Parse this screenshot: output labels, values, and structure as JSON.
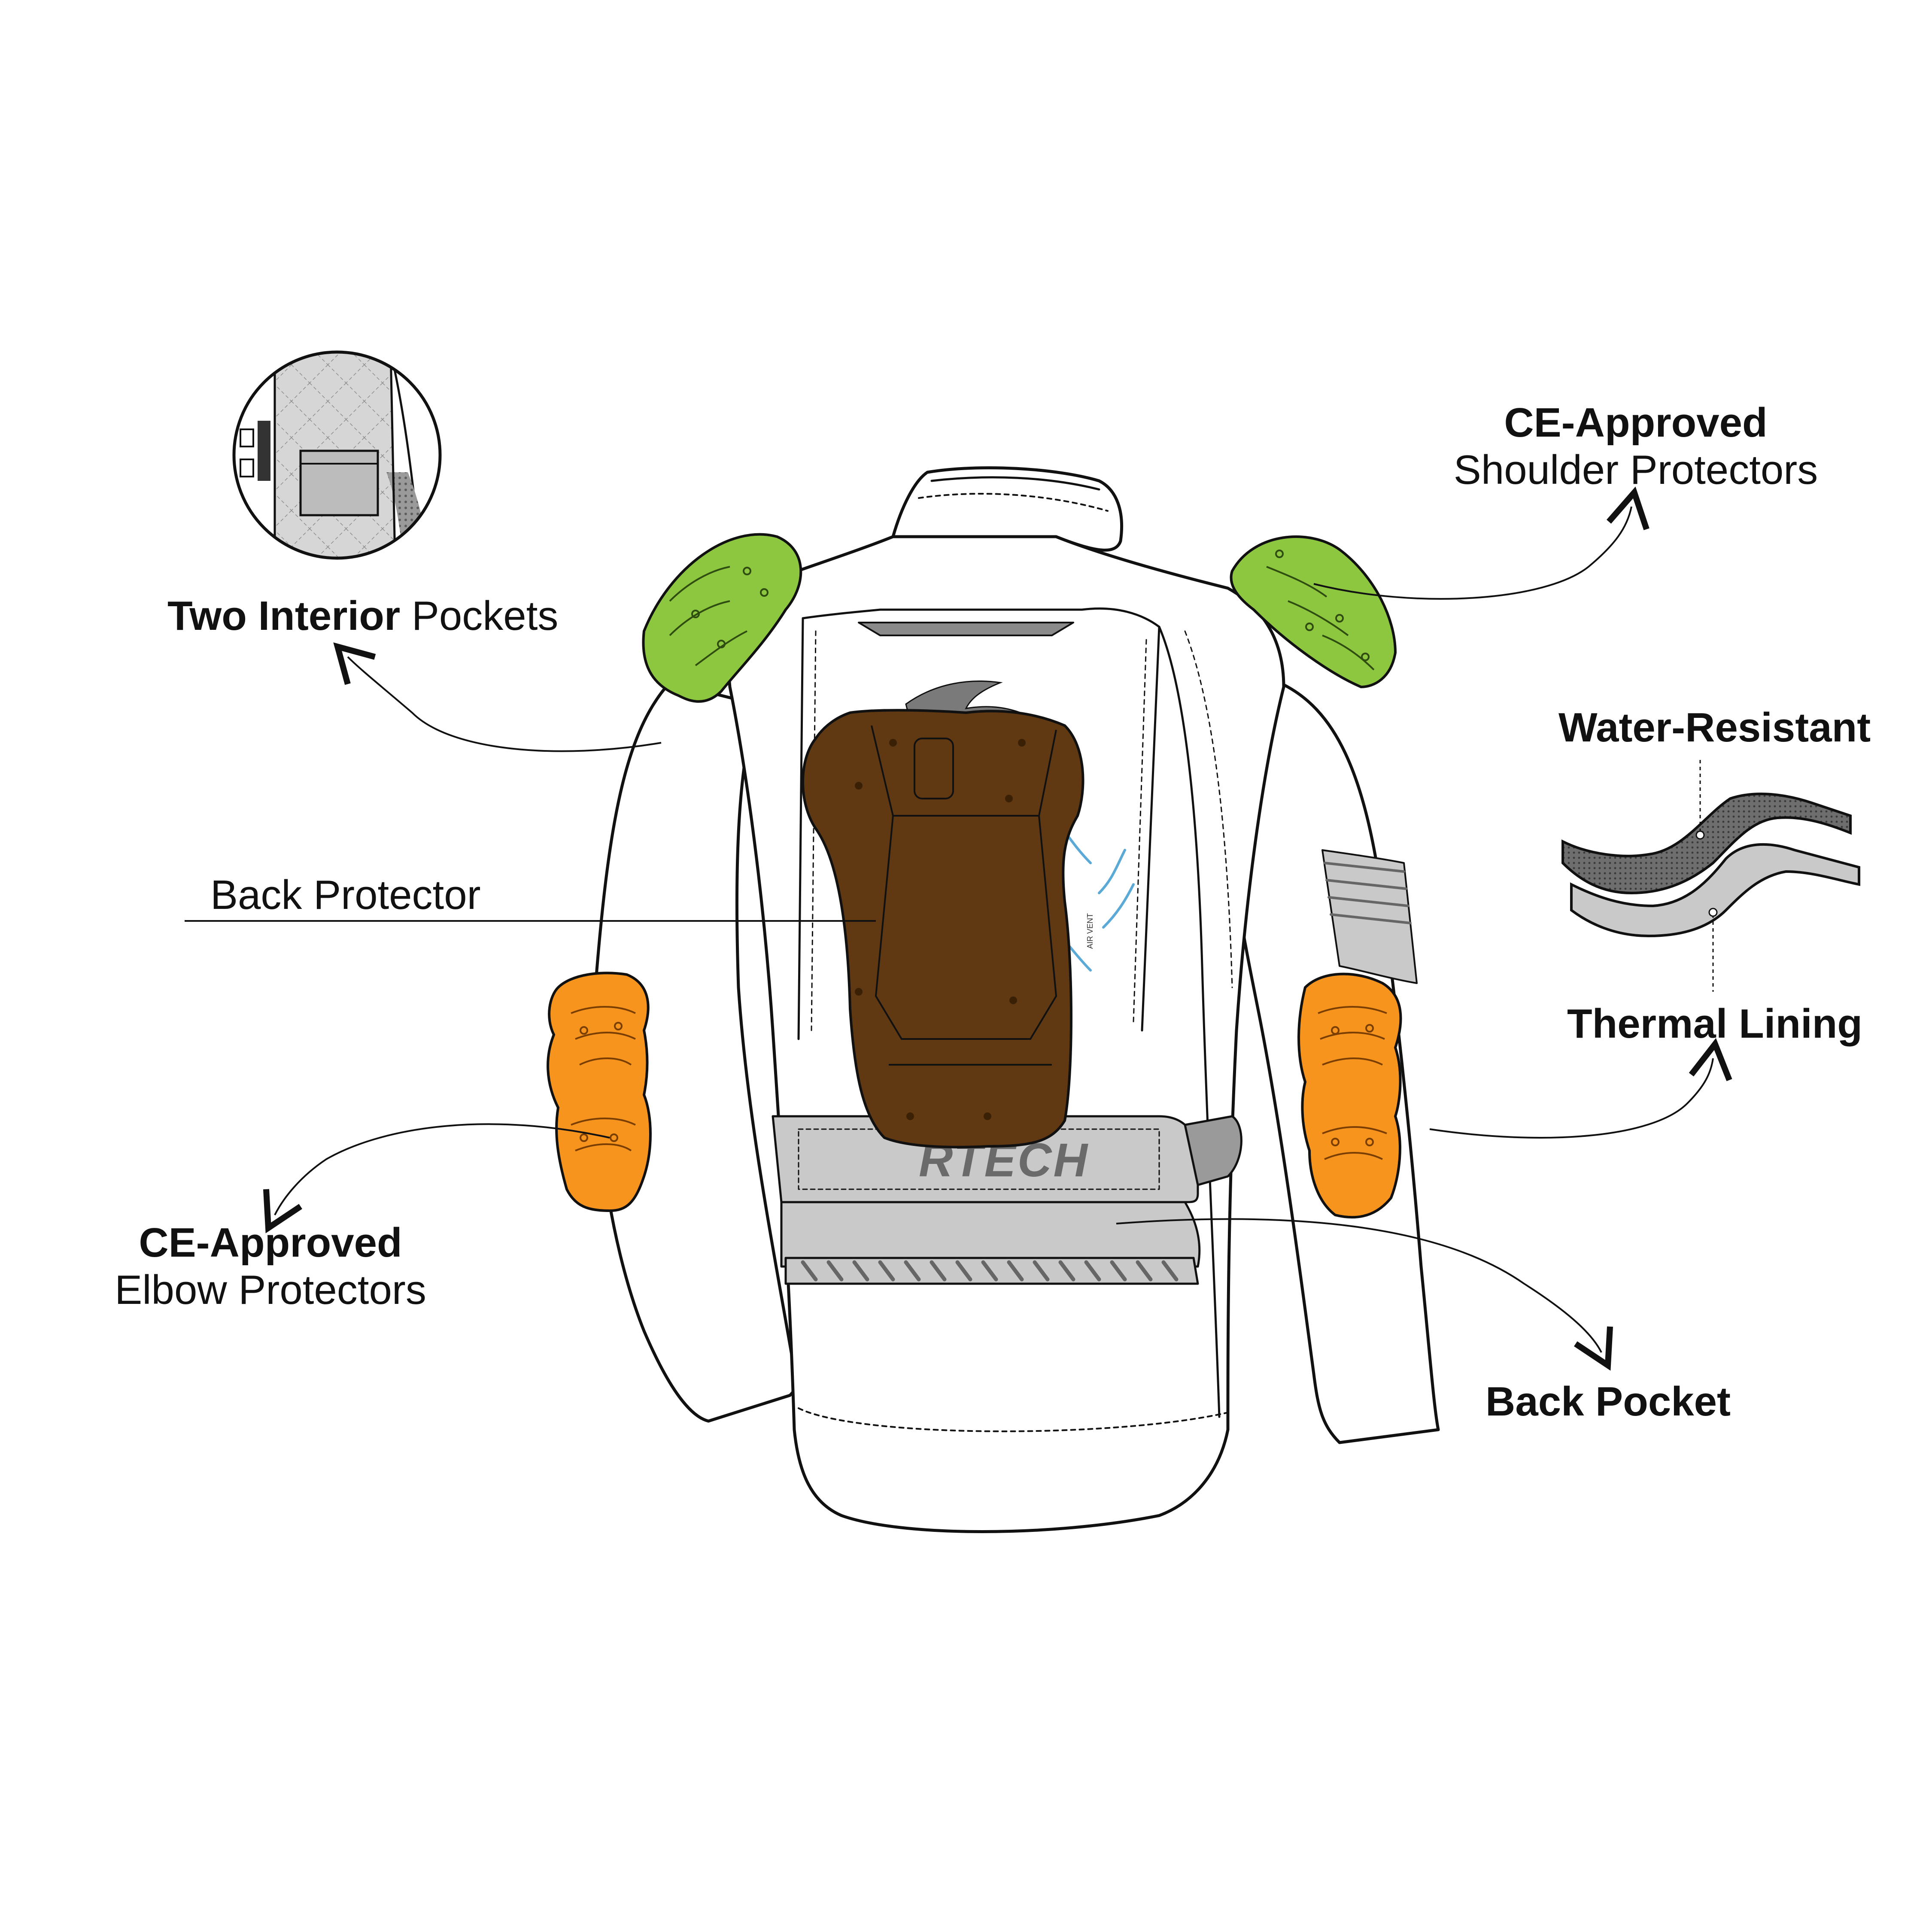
{
  "labels": {
    "interior_pockets": {
      "bold": "Two Interior",
      "regular": " Pockets"
    },
    "shoulder": {
      "bold": "CE-Approved",
      "regular": "Shoulder Protectors"
    },
    "water": {
      "bold": "Water-Resistant"
    },
    "thermal": {
      "bold": "Thermal Lining"
    },
    "back_protector": {
      "regular": "Back Protector"
    },
    "elbow": {
      "bold": "CE-Approved",
      "regular": "Elbow Protectors"
    },
    "back_pocket": {
      "bold": "Back Pocket"
    }
  },
  "logo": {
    "text": "RTECH",
    "vent_text": "AIR VENT"
  },
  "colors": {
    "outline": "#111111",
    "jacket": "#ffffff",
    "panel_gray": "#c9c9c9",
    "dark_gray": "#8a8a8a",
    "shoulder_green": "#8dc63f",
    "elbow_orange": "#f7941d",
    "back_brown": "#603913",
    "vent_blue": "#5aa9d6"
  },
  "icons": [
    "shoulder-protector-icon",
    "elbow-protector-icon",
    "back-protector-icon",
    "fabric-layers-icon",
    "interior-pocket-detail-icon"
  ]
}
